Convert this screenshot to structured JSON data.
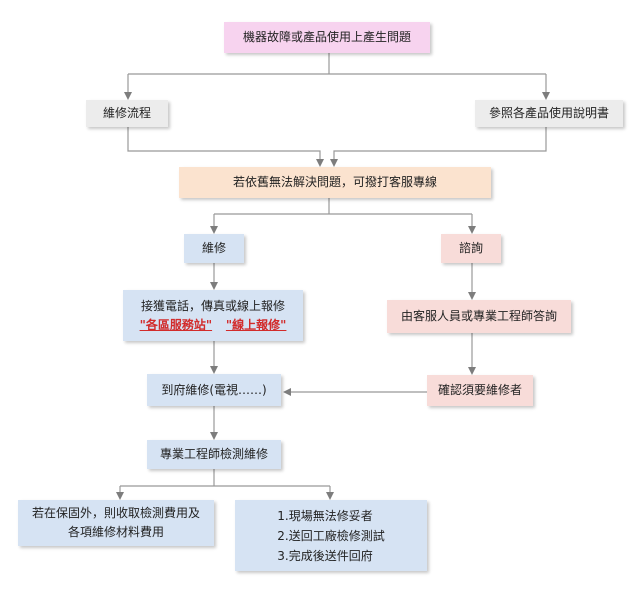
{
  "top": "機器故障或產品使用上產生問題",
  "left_branch": "維修流程",
  "right_branch": "參照各產品使用說明書",
  "contact": "若依舊無法解決問題，可撥打客服專線",
  "repair": "維修",
  "consult": "諮詢",
  "report": {
    "text": "接獲電話，傳真或線上報修",
    "link1": "\"各區服務站\"",
    "link2": "\"線上報修\""
  },
  "answer": "由客服人員或專業工程師答詢",
  "confirm": "確認須要維修者",
  "onsite": "到府維修(電視……)",
  "inspect": "專業工程師檢測維修",
  "warranty": {
    "line1": "若在保固外，則收取檢測費用及",
    "line2": "各項維修材料費用"
  },
  "steps": [
    "1.現場無法修妥者",
    "2.送回工廠檢修測試",
    "3.完成後送件回府"
  ]
}
